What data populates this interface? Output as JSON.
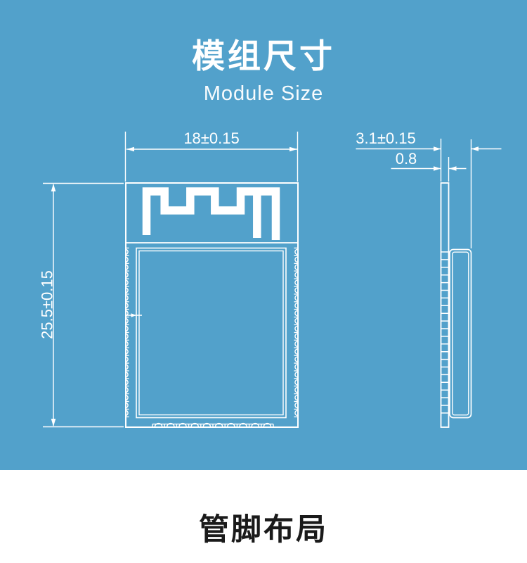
{
  "header": {
    "title": "模组尺寸",
    "subtitle": "Module Size"
  },
  "front_view": {
    "width_label": "18±0.15",
    "height_label": "25.5±0.15"
  },
  "side_view": {
    "thickness_label": "3.1±0.15",
    "pcb_thickness_label": "0.8"
  },
  "footer": {
    "title": "管脚布局"
  },
  "colors": {
    "background": "#52A1CB",
    "drawing_lines": "#FFFFFF",
    "footer_background": "#FFFFFF",
    "footer_text": "#1A1A1A"
  }
}
